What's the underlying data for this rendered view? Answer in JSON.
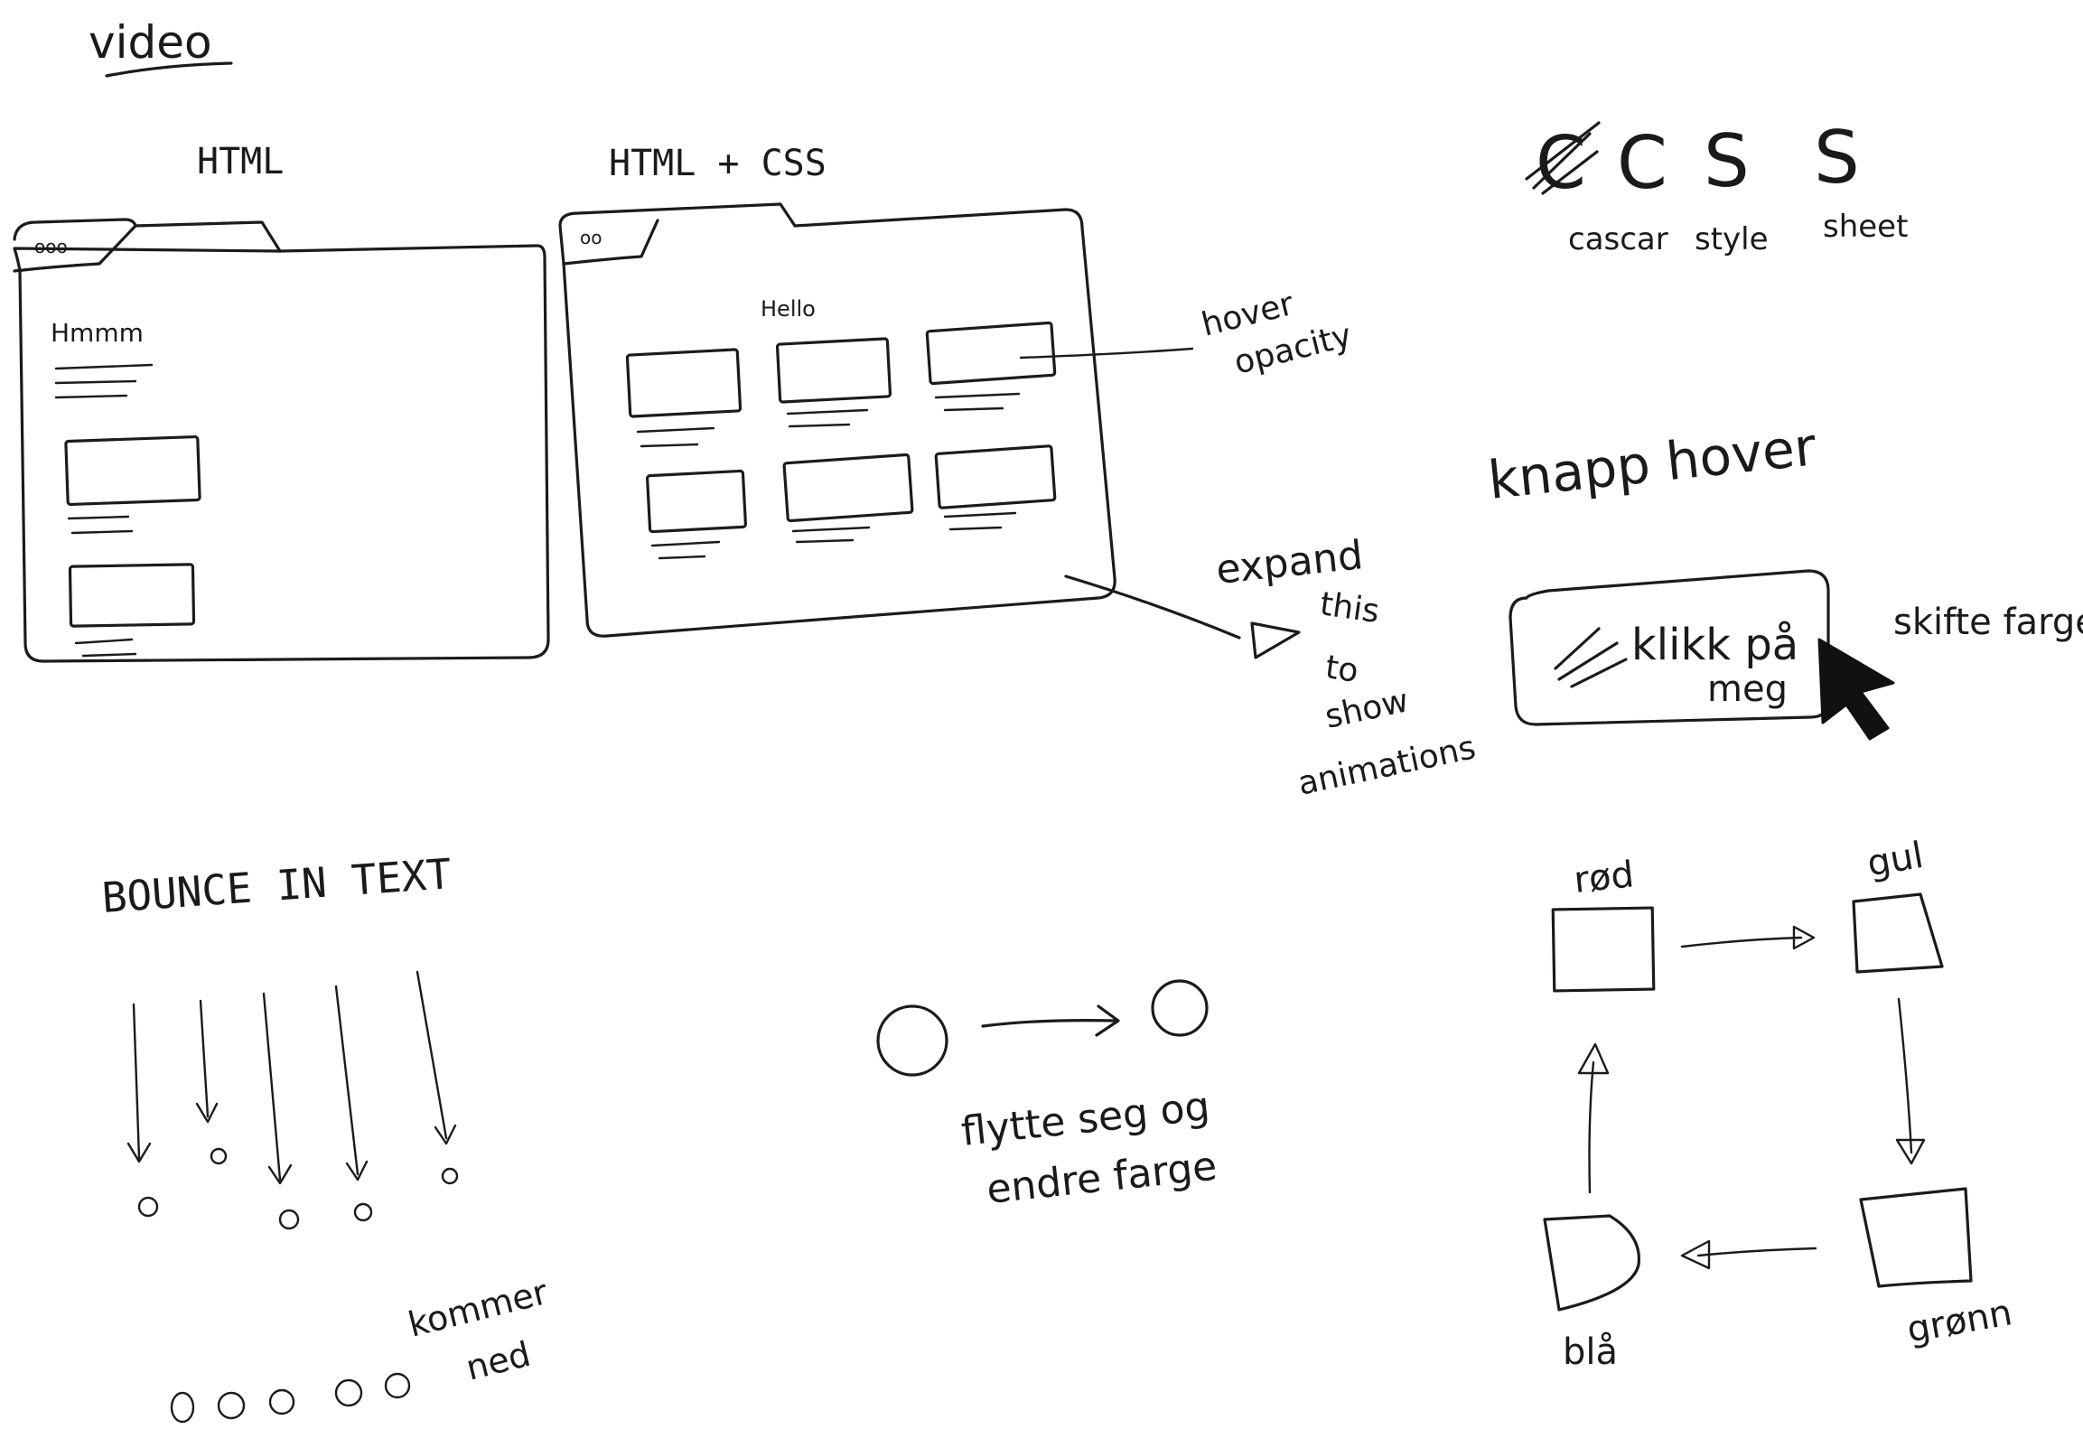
{
  "title": "video",
  "panel_html": {
    "label": "HTML",
    "tab_dots": "ooo",
    "heading": "Hmmm"
  },
  "panel_css": {
    "label": "HTML + CSS",
    "tab_dots": "oo",
    "heading": "Hello"
  },
  "note_hover_opacity": [
    "hover",
    "opacity"
  ],
  "note_expand": [
    "expand",
    "this",
    "to",
    "show",
    "animations"
  ],
  "css_acronym": {
    "letters": [
      "C",
      "C",
      "S",
      "S"
    ],
    "words": [
      "cascar",
      "style",
      "sheet"
    ]
  },
  "button_section": {
    "title": "knapp hover",
    "button_label_line1": "klikk på",
    "button_label_line2": "meg",
    "note": "skifte farge"
  },
  "bounce_section": {
    "title": "BOUNCE IN TEXT",
    "note": [
      "kommer",
      "ned"
    ]
  },
  "move_section": {
    "note": [
      "flytte seg og",
      "endre farge"
    ]
  },
  "color_cycle": {
    "labels": [
      "rød",
      "gul",
      "grønn",
      "blå"
    ]
  }
}
